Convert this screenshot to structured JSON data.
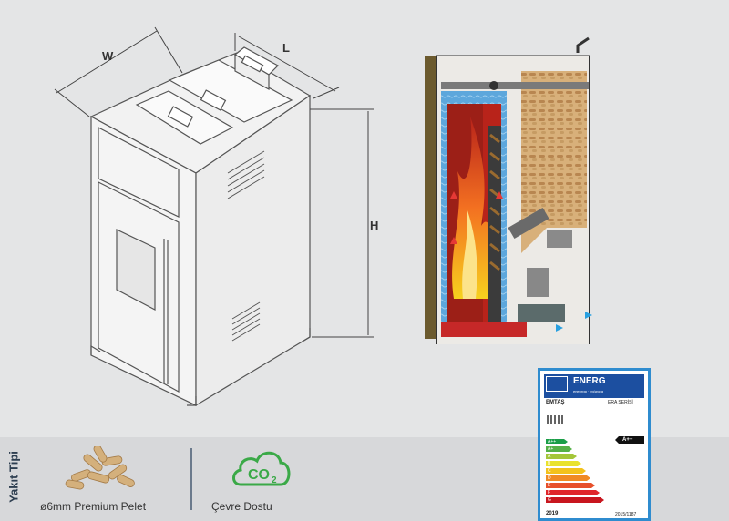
{
  "dimensions": {
    "width": "W",
    "length": "L",
    "height": "H"
  },
  "fuel": {
    "section_title": "Yakıt Tipi",
    "pellet_label": "ø6mm Premium Pelet",
    "eco_label": "Çevre Dostu",
    "co2_icon_text": "CO",
    "co2_icon_sub": "2"
  },
  "energy_label": {
    "title": "ENERG",
    "subtitle": "енергия · ενέργεια",
    "brand": "EMTAŞ",
    "model": "ERA SERİSİ",
    "class": "A++",
    "year": "2019",
    "regulation": "2015/1187",
    "classes": [
      {
        "label": "A++",
        "color": "#1b9e48"
      },
      {
        "label": "A+",
        "color": "#55b047"
      },
      {
        "label": "A",
        "color": "#a4c639"
      },
      {
        "label": "B",
        "color": "#e9e22d"
      },
      {
        "label": "C",
        "color": "#f3c21c"
      },
      {
        "label": "D",
        "color": "#f08a24"
      },
      {
        "label": "E",
        "color": "#e7502b"
      },
      {
        "label": "F",
        "color": "#e0262b"
      },
      {
        "label": "G",
        "color": "#c8161e"
      }
    ]
  },
  "colors": {
    "accent": "#2f8ccf",
    "label_blue": "#1c4fa0",
    "eco_green": "#3aa947"
  }
}
